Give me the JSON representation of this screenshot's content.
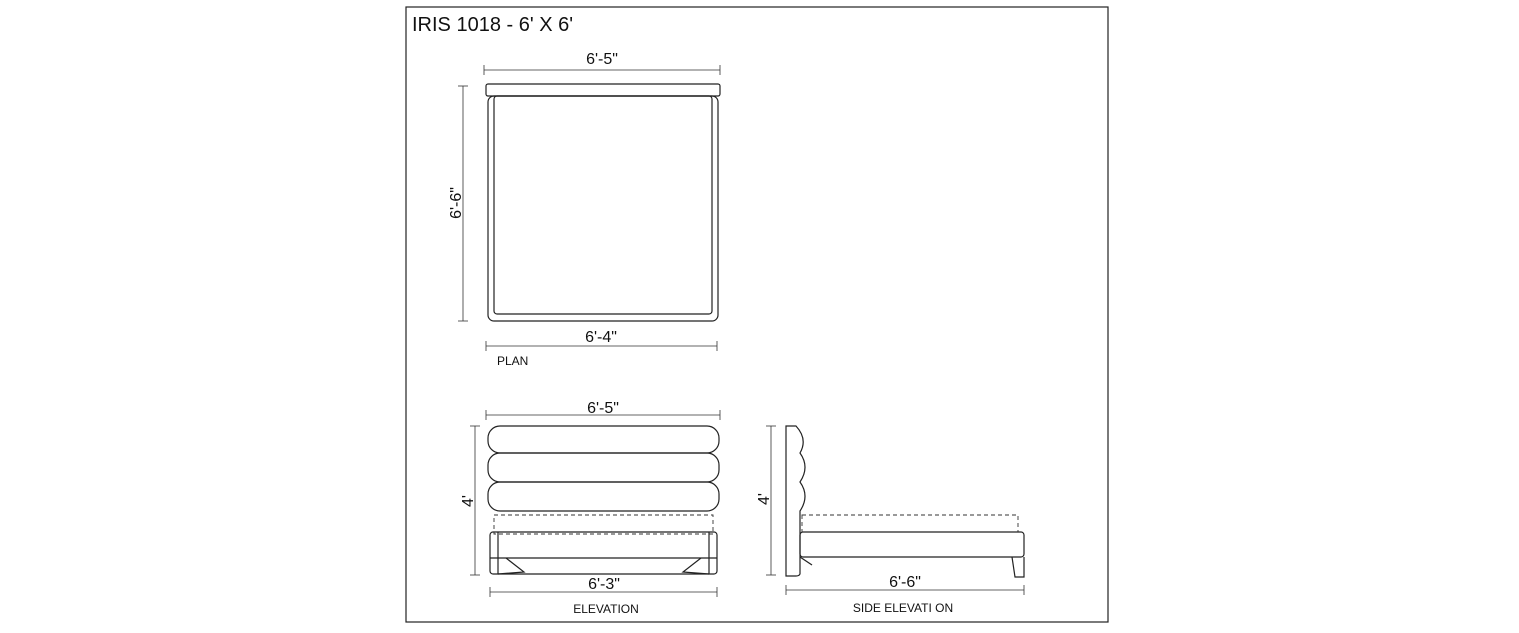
{
  "title": "IRIS 1018 - 6' X 6'",
  "plan": {
    "top_width": "6'-5\"",
    "depth": "6'-6\"",
    "bottom_width": "6'-4\"",
    "caption": "PLAN"
  },
  "elevation": {
    "top_width": "6'-5\"",
    "height": "4'",
    "bottom_width": "6'-3\"",
    "caption": "ELEVATION"
  },
  "side_elevation": {
    "height": "4'",
    "length": "6'-6\"",
    "caption": "SIDE ELEVATI ON"
  }
}
